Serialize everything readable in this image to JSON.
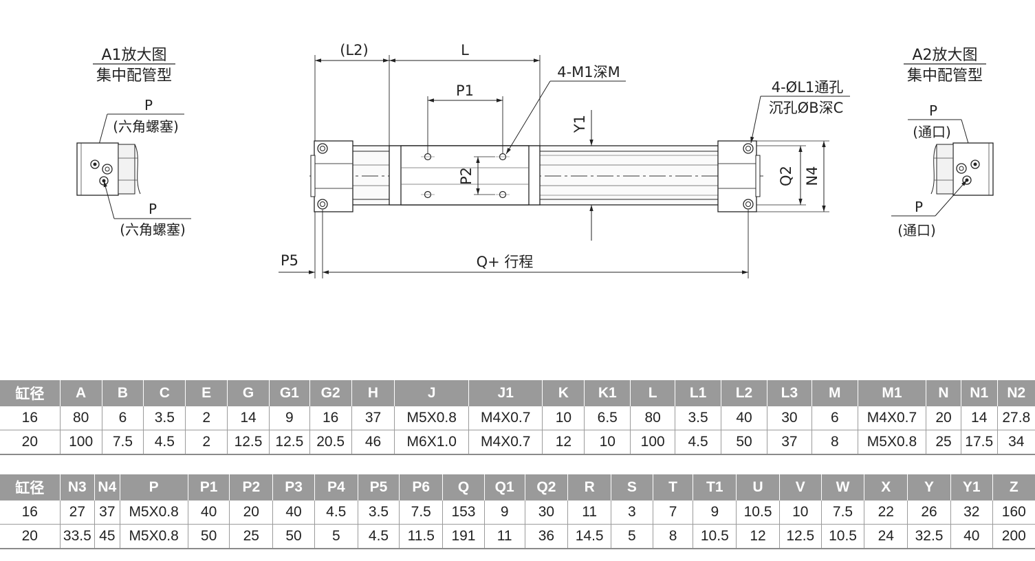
{
  "drawing": {
    "left_detail": {
      "title": "A1放大图",
      "subtitle": "集中配管型",
      "port_top_label": "P",
      "port_top_note": "(六角螺塞)",
      "port_bottom_label": "P",
      "port_bottom_note": "(六角螺塞)"
    },
    "right_detail": {
      "title": "A2放大图",
      "subtitle": "集中配管型",
      "port_top_label": "P",
      "port_top_note": "(通口)",
      "port_bottom_label": "P",
      "port_bottom_note": "(通口)"
    },
    "main": {
      "dim_L2": "(L2)",
      "dim_L": "L",
      "dim_P1": "P1",
      "dim_P2": "P2",
      "dim_Y1": "Y1",
      "dim_Q2": "Q2",
      "dim_N4": "N4",
      "dim_P5": "P5",
      "dim_Q_stroke": "Q+ 行程",
      "callout_M1": "4-M1深M",
      "callout_L1_line1": "4-ØL1通孔",
      "callout_L1_line2": "沉孔ØB深C"
    }
  },
  "table1": {
    "headers": [
      "缸径",
      "A",
      "B",
      "C",
      "E",
      "G",
      "G1",
      "G2",
      "H",
      "J",
      "J1",
      "K",
      "K1",
      "L",
      "L1",
      "L2",
      "L3",
      "M",
      "M1",
      "N",
      "N1",
      "N2"
    ],
    "rows": [
      [
        "16",
        "80",
        "6",
        "3.5",
        "2",
        "14",
        "9",
        "16",
        "37",
        "M5X0.8",
        "M4X0.7",
        "10",
        "6.5",
        "80",
        "3.5",
        "40",
        "30",
        "6",
        "M4X0.7",
        "20",
        "14",
        "27.8"
      ],
      [
        "20",
        "100",
        "7.5",
        "4.5",
        "2",
        "12.5",
        "12.5",
        "20.5",
        "46",
        "M6X1.0",
        "M4X0.7",
        "12",
        "10",
        "100",
        "4.5",
        "50",
        "37",
        "8",
        "M5X0.8",
        "25",
        "17.5",
        "34"
      ]
    ]
  },
  "table2": {
    "headers": [
      "缸径",
      "N3",
      "N4",
      "P",
      "P1",
      "P2",
      "P3",
      "P4",
      "P5",
      "P6",
      "Q",
      "Q1",
      "Q2",
      "R",
      "S",
      "T",
      "T1",
      "U",
      "V",
      "W",
      "X",
      "Y",
      "Y1",
      "Z"
    ],
    "rows": [
      [
        "16",
        "27",
        "37",
        "M5X0.8",
        "40",
        "20",
        "40",
        "4.5",
        "3.5",
        "7.5",
        "153",
        "9",
        "30",
        "11",
        "3",
        "7",
        "9",
        "10.5",
        "10",
        "7.5",
        "22",
        "26",
        "32",
        "160"
      ],
      [
        "20",
        "33.5",
        "45",
        "M5X0.8",
        "50",
        "25",
        "50",
        "5",
        "4.5",
        "11.5",
        "191",
        "11",
        "36",
        "14.5",
        "5",
        "8",
        "10.5",
        "12",
        "12.5",
        "10.5",
        "24",
        "32.5",
        "40",
        "200"
      ]
    ]
  }
}
